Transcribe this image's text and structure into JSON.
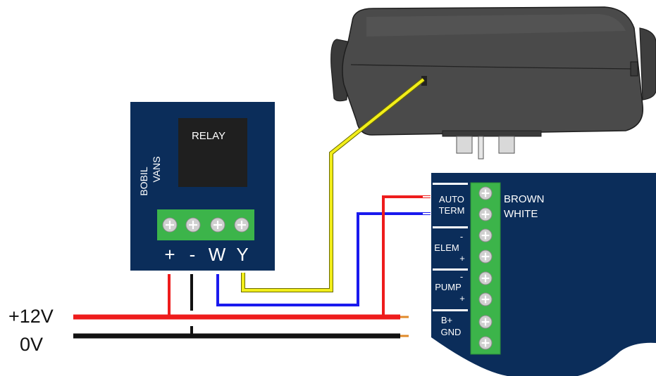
{
  "relay_module": {
    "brand_line1": "BOBIL",
    "brand_line2": "VANS",
    "relay_label": "RELAY",
    "terminals": [
      "+",
      "-",
      "W",
      "Y"
    ]
  },
  "heater_panel": {
    "groups": [
      {
        "label_line1": "AUTO",
        "label_line2": "TERM"
      },
      {
        "label_top": "-",
        "label": "ELEM",
        "label_bottom": "+"
      },
      {
        "label_top": "-",
        "label": "PUMP",
        "label_bottom": "+"
      },
      {
        "label_line1": "B+",
        "label_line2": "GND"
      }
    ],
    "wire_colors": [
      "BROWN",
      "WHITE"
    ]
  },
  "supply": {
    "positive_label": "+12V",
    "ground_label": "0V"
  },
  "colors": {
    "panel_navy": "#0b2d5a",
    "terminal_green": "#3cb44a",
    "wire_red": "#ee1c1c",
    "wire_blue": "#1a1aee",
    "wire_yellow": "#f2ee1a",
    "wire_black": "#111111",
    "heater_body": "#4a4a4a"
  }
}
